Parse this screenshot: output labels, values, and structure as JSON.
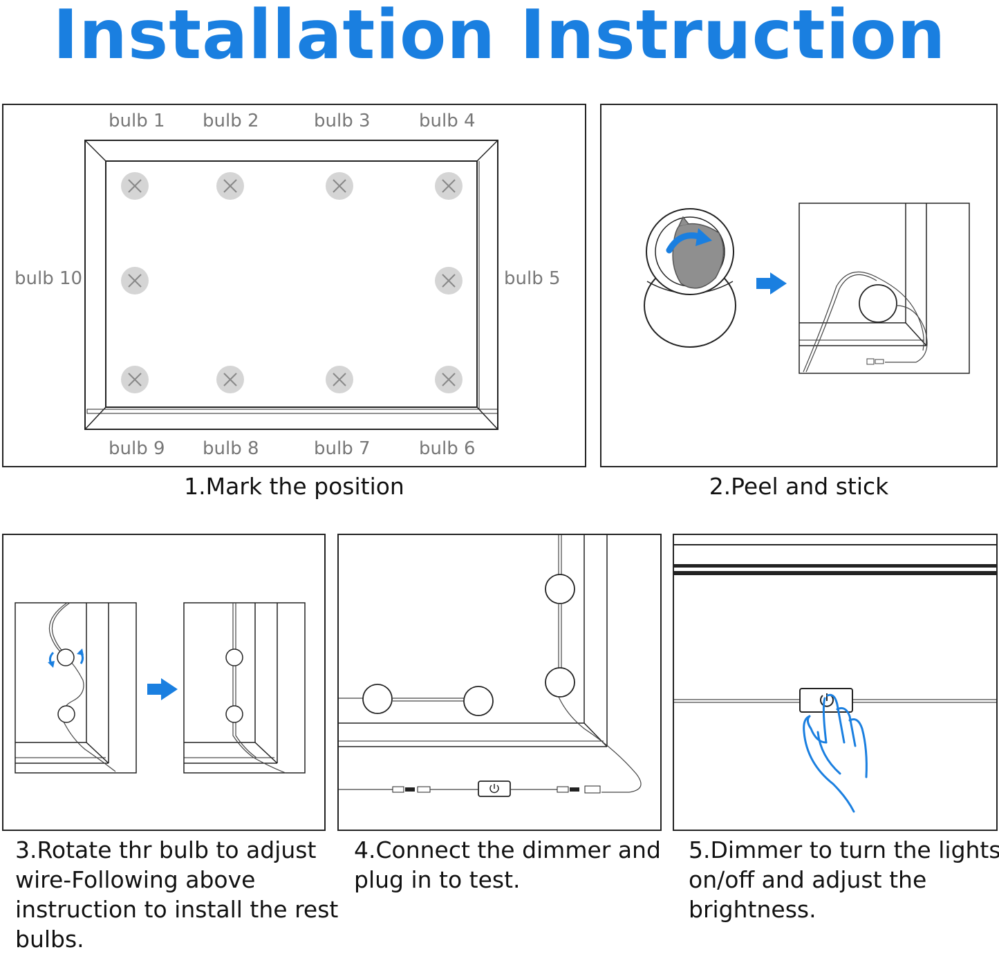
{
  "title": "Installation Instruction",
  "step1": {
    "caption": "1.Mark the position",
    "bulbs_top": [
      "bulb 1",
      "bulb 2",
      "bulb 3",
      "bulb 4"
    ],
    "bulbs_bottom": [
      "bulb 9",
      "bulb 8",
      "bulb 7",
      "bulb 6"
    ],
    "bulb_left": "bulb 10",
    "bulb_right": "bulb 5"
  },
  "step2": {
    "caption": "2.Peel and stick"
  },
  "step3": {
    "caption_lines": [
      "3.Rotate thr bulb to adjust",
      "wire-Following above",
      "instruction to install the rest",
      "bulbs."
    ]
  },
  "step4": {
    "caption_lines": [
      "4.Connect the dimmer and",
      "plug in to test."
    ]
  },
  "step5": {
    "caption_lines": [
      "5.Dimmer to turn the lights",
      "on/off and adjust the",
      "brightness."
    ]
  },
  "colors": {
    "accent": "#1a7fe0",
    "marker": "#d5d5d5",
    "frame": "#222222",
    "label": "#777777"
  },
  "icons": [
    "arrow-right-icon",
    "rotate-arrows-icon",
    "hand-press-icon",
    "power-icon",
    "x-mark-icon"
  ]
}
